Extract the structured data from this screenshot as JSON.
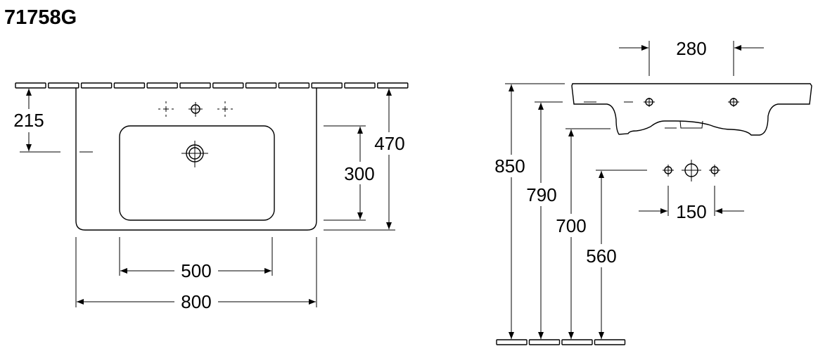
{
  "title": "71758G",
  "top_view": {
    "dimensions": {
      "d215": "215",
      "d300": "300",
      "d470": "470",
      "d500": "500",
      "d800": "800"
    }
  },
  "side_view": {
    "dimensions": {
      "d280": "280",
      "d850": "850",
      "d790": "790",
      "d700": "700",
      "d560": "560",
      "d150": "150"
    }
  }
}
